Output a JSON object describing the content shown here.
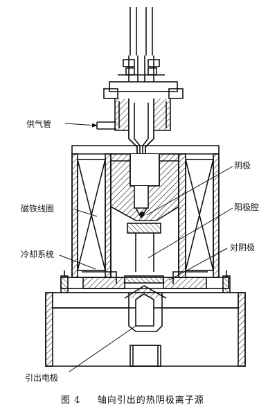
{
  "labels": {
    "gas_pipe": "供气管",
    "cathode": "阴极",
    "magnet_coil": "磁铁线圈",
    "anode_cavity": "阳极腔",
    "cooling_system": "冷却系统",
    "anticathode": "对阴极",
    "extraction_electrode": "引出电极"
  },
  "caption": {
    "figure_no": "图 4",
    "title": "轴向引出的热阴极离子源"
  },
  "colors": {
    "ink": "#111111",
    "paper": "#ffffff"
  }
}
